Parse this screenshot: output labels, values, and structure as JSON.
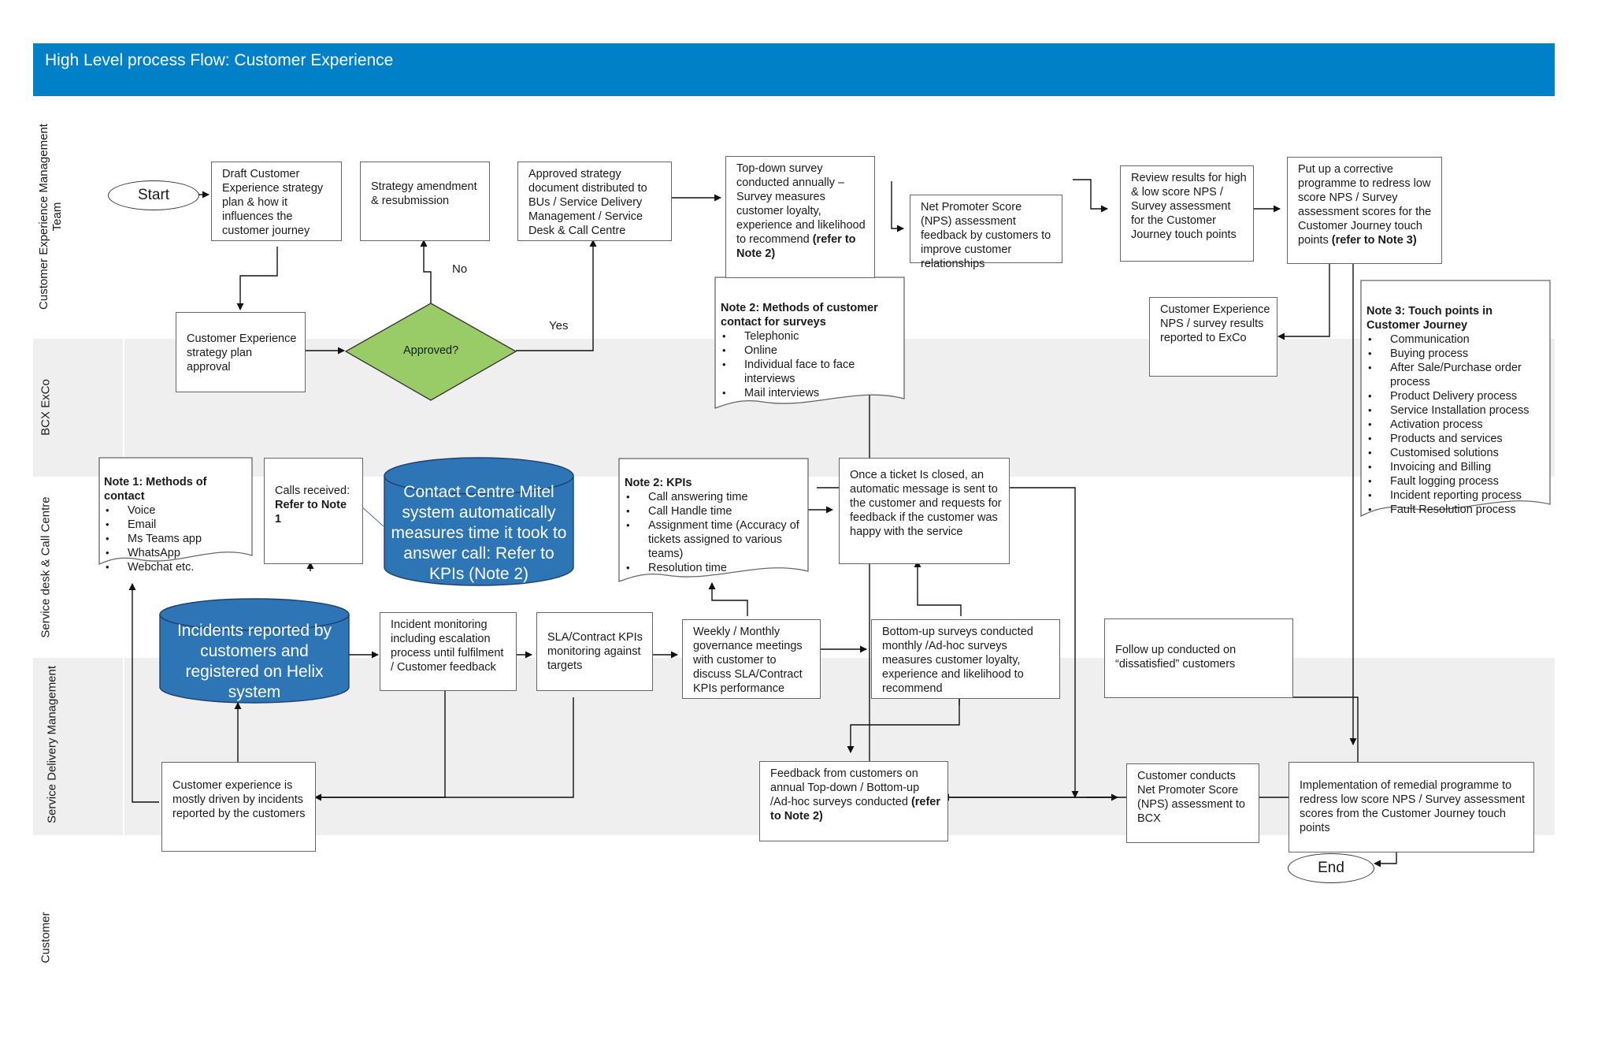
{
  "header": {
    "title": "High Level process Flow: Customer Experience"
  },
  "lanes": {
    "cx_team": "Customer Experience Management Team",
    "exco": "BCX ExCo",
    "service_desk": "Service desk & Call Centre",
    "sdm": "Service Delivery Management",
    "customer": "Customer"
  },
  "terminals": {
    "start": "Start",
    "end": "End"
  },
  "decision": {
    "label": "Approved?",
    "no": "No",
    "yes": "Yes"
  },
  "boxes": {
    "draft_strategy": "Draft Customer Experience strategy plan & how it influences the customer journey",
    "strategy_amendment": "Strategy amendment & resubmission",
    "approved_strategy": "Approved strategy document distributed to BUs / Service Delivery Management / Service Desk & Call Centre",
    "topdown_survey": "Top-down survey conducted annually – Survey measures customer loyalty, experience and likelihood to recommend ",
    "topdown_survey_ref": "(refer to Note 2)",
    "nps_assessment": "Net Promoter Score (NPS) assessment feedback by customers to improve customer relationships",
    "review_results": "Review results for high & low score NPS / Survey assessment for the Customer Journey touch points",
    "corrective_programme": "Put up a corrective programme to redress low score NPS / Survey assessment scores for the Customer Journey touch points ",
    "corrective_programme_ref": "(refer to Note 3)",
    "strategy_approval": "Customer Experience strategy plan approval",
    "nps_reported": "Customer Experience NPS / survey results reported to ExCo",
    "calls_received": "Calls received:",
    "calls_received_ref": "Refer to Note 1",
    "ticket_closed": "Once a ticket Is closed, an automatic message is sent to the customer and requests for feedback if the customer was happy with the service",
    "incident_monitoring": "Incident monitoring including  escalation process until fulfilment / Customer feedback",
    "sla_monitoring": "SLA/Contract KPIs monitoring against targets",
    "governance_meetings": "Weekly / Monthly governance meetings with customer to discuss SLA/Contract KPIs performance",
    "bottomup_surveys": "Bottom-up surveys conducted monthly /Ad-hoc surveys measures customer loyalty, experience and likelihood to recommend",
    "follow_up": "Follow up conducted on “dissatisfied” customers",
    "cx_driven": "Customer experience is mostly driven by incidents reported by the customers",
    "feedback_customers": "Feedback from customers on annual Top-down / Bottom-up /Ad-hoc surveys conducted ",
    "feedback_customers_ref": "(refer to Note 2)",
    "customer_nps": "Customer conducts Net Promoter Score (NPS) assessment to BCX",
    "implementation": "Implementation of remedial programme to redress low score NPS / Survey assessment scores from the Customer Journey touch points"
  },
  "cylinders": {
    "mitel": "Contact Centre Mitel system automatically measures time it took to answer call: Refer to KPIs (Note 2)",
    "helix": "Incidents reported by customers and registered on  Helix system"
  },
  "notes": {
    "survey_methods": {
      "title": "Note 2: Methods of customer contact for surveys",
      "items": [
        "Telephonic",
        "Online",
        "Individual face to face interviews",
        "Mail interviews"
      ]
    },
    "touch_points": {
      "title": "Note 3: Touch points in Customer Journey",
      "items": [
        "Communication",
        "Buying process",
        "After Sale/Purchase order process",
        "Product Delivery process",
        "Service Installation process",
        "Activation process",
        "Products and services",
        "Customised solutions",
        "Invoicing and Billing",
        "Fault logging process",
        "Incident reporting process",
        "Fault Resolution process"
      ]
    },
    "contact_methods": {
      "title": "Note 1: Methods of contact",
      "items": [
        "Voice",
        "Email",
        "Ms Teams app",
        "WhatsApp",
        "Webchat etc."
      ]
    },
    "kpis": {
      "title": "Note 2: KPIs",
      "items": [
        "Call answering time",
        "Call Handle time",
        "Assignment time (Accuracy of tickets assigned to various teams)",
        "Resolution time"
      ]
    }
  },
  "colors": {
    "header": "#0080c6",
    "decision_fill": "#99cc66",
    "cylinder_fill": "#2e75b6",
    "band": "#efefef"
  }
}
